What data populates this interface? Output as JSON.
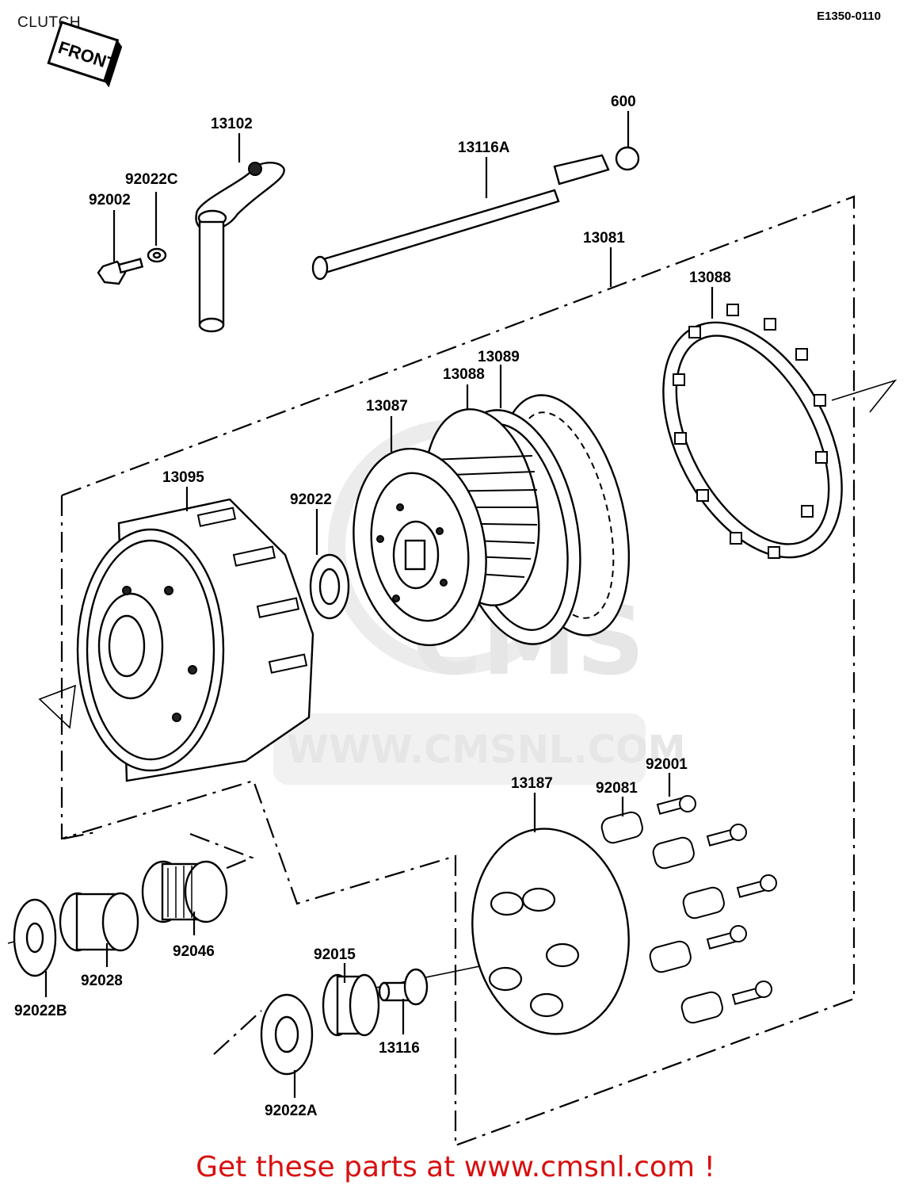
{
  "diagram": {
    "title": "CLUTCH",
    "code": "E1350-0110",
    "front_marker": "FRONT",
    "watermark": {
      "brand": "CMS",
      "url": "WWW.CMSNL.COM"
    },
    "footer": "Get these parts at www.cmsnl.com !",
    "colors": {
      "footer_text": "#d81010",
      "line_art": "#000000",
      "watermark": "#e6e6e6"
    },
    "parts": [
      {
        "id": "600"
      },
      {
        "id": "13116A"
      },
      {
        "id": "13102"
      },
      {
        "id": "92022C"
      },
      {
        "id": "92002"
      },
      {
        "id": "13081"
      },
      {
        "id": "13088",
        "position": "upper"
      },
      {
        "id": "13089"
      },
      {
        "id": "13088",
        "position": "lower"
      },
      {
        "id": "13087"
      },
      {
        "id": "13095"
      },
      {
        "id": "92022"
      },
      {
        "id": "92001"
      },
      {
        "id": "92081"
      },
      {
        "id": "13187"
      },
      {
        "id": "92046"
      },
      {
        "id": "92028"
      },
      {
        "id": "92022B"
      },
      {
        "id": "92015"
      },
      {
        "id": "13116"
      },
      {
        "id": "92022A"
      }
    ]
  }
}
